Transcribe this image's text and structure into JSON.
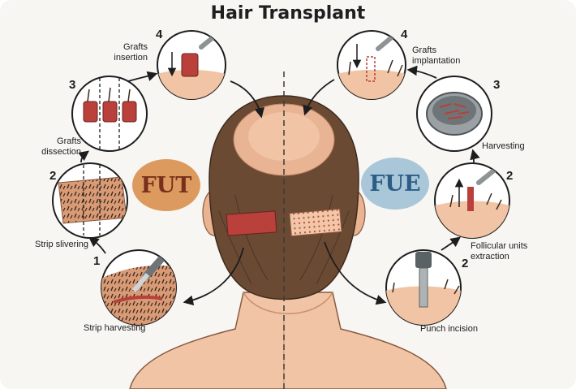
{
  "title": "Hair Transplant",
  "fut": {
    "label": "FUT",
    "color": "#dd9a5e",
    "text_color": "#7a2e1c",
    "steps": [
      {
        "num": "1",
        "label": "Strip harvesting"
      },
      {
        "num": "2",
        "label": "Strip slivering"
      },
      {
        "num": "3",
        "label": "Grafts\ndissection"
      },
      {
        "num": "4",
        "label": "Grafts\ninsertion"
      }
    ]
  },
  "fue": {
    "label": "FUE",
    "color": "#a9c7d9",
    "text_color": "#2d5d86",
    "steps": [
      {
        "num": "2",
        "label": "Punch incision"
      },
      {
        "num": "2",
        "label": "Follicular units\nextraction"
      },
      {
        "num": "3",
        "label": "Harvesting"
      },
      {
        "num": "4",
        "label": "Grafts\nimplantation"
      }
    ]
  },
  "colors": {
    "skin": "#f0c4a5",
    "hair": "#6b4a34",
    "strip": "#b9403b",
    "bald": "#e9b493"
  }
}
